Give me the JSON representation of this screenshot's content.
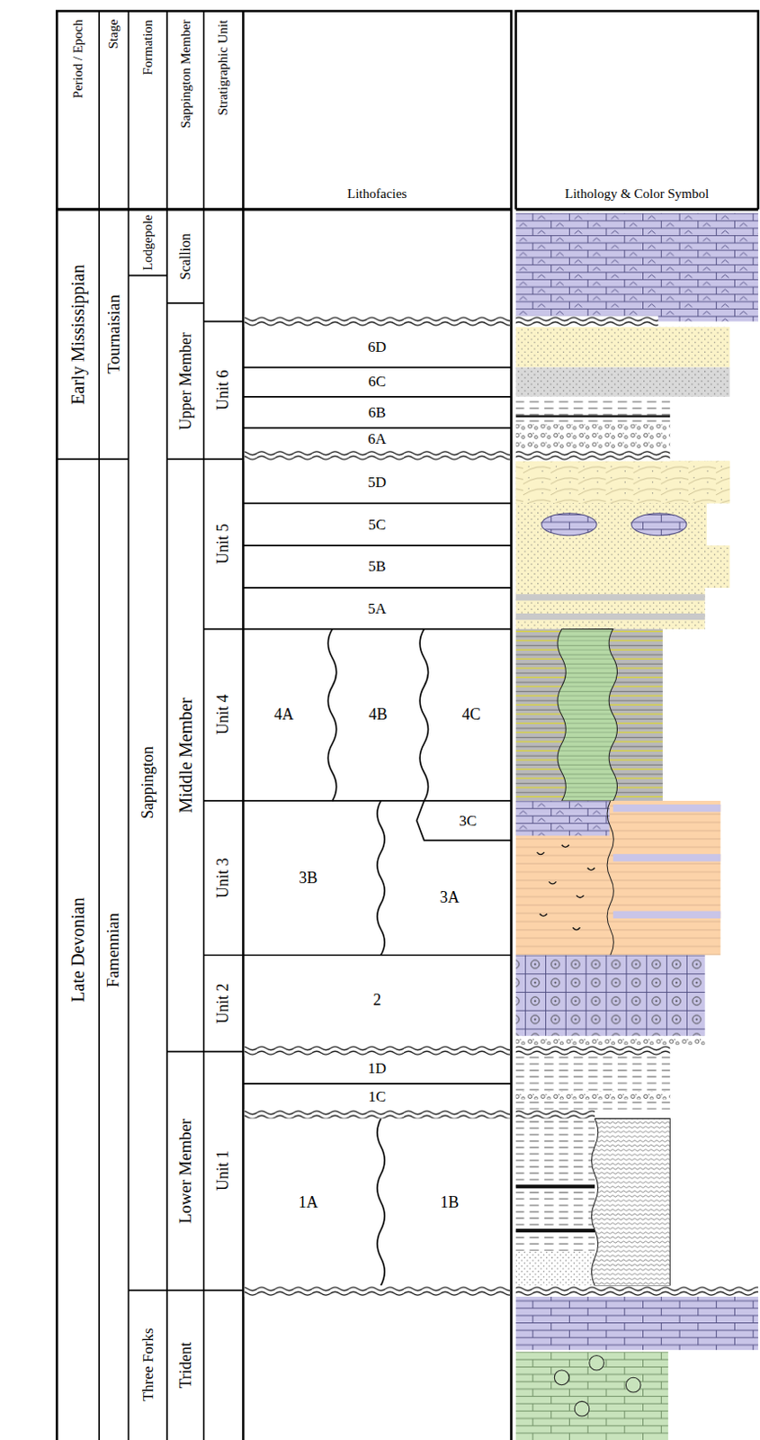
{
  "diagram": {
    "nodes": [
      {
        "text": [
          "Period / Epoch"
        ]
      },
      {
        "text": [
          "Stage"
        ]
      },
      {
        "text": [
          "Formation"
        ]
      },
      {
        "text": [
          "Sappington Member"
        ]
      },
      {
        "text": [
          "Stratigraphic Unit"
        ]
      },
      {
        "text": [
          "Lithofacies"
        ]
      },
      {
        "text": [
          "Lithology & Color Symbol"
        ]
      },
      {
        "text": [
          "Early Mississippian"
        ]
      },
      {
        "text": [
          "Tournaisian"
        ]
      },
      {
        "text": [
          "Lodgepole"
        ]
      },
      {
        "text": [
          "Scallion"
        ]
      },
      {
        "text": [
          "Unit 6"
        ]
      },
      {
        "text": [
          "6D"
        ]
      },
      {
        "text": [
          "6C"
        ]
      },
      {
        "text": [
          "6B"
        ]
      },
      {
        "text": [
          "6A"
        ]
      },
      {
        "text": [
          "Upper Member"
        ]
      },
      {
        "text": [
          "Late Devonian"
        ]
      },
      {
        "text": [
          "Famennian"
        ]
      },
      {
        "text": [
          "Sappington"
        ]
      },
      {
        "text": [
          "Middle Member"
        ]
      },
      {
        "text": [
          "Unit 5"
        ]
      },
      {
        "text": [
          "5D"
        ]
      },
      {
        "text": [
          "5C"
        ]
      },
      {
        "text": [
          "5B"
        ]
      },
      {
        "text": [
          "5A"
        ]
      },
      {
        "text": [
          "Unit 4"
        ]
      },
      {
        "text": [
          "4A"
        ]
      },
      {
        "text": [
          "4B"
        ]
      },
      {
        "text": [
          "4C"
        ]
      },
      {
        "text": [
          "Unit 3"
        ]
      },
      {
        "text": [
          "3C"
        ]
      },
      {
        "text": [
          "3B"
        ]
      },
      {
        "text": [
          "3A"
        ]
      },
      {
        "text": [
          "Unit 2"
        ]
      },
      {
        "text": [
          "2"
        ]
      },
      {
        "text": [
          "Lower Member"
        ]
      },
      {
        "text": [
          "Unit 1"
        ]
      },
      {
        "text": [
          "1D"
        ]
      },
      {
        "text": [
          "1C"
        ]
      },
      {
        "text": [
          "1A"
        ]
      },
      {
        "text": [
          "1B"
        ]
      },
      {
        "text": [
          "Three Forks"
        ]
      },
      {
        "text": [
          "Trident"
        ]
      }
    ]
  }
}
